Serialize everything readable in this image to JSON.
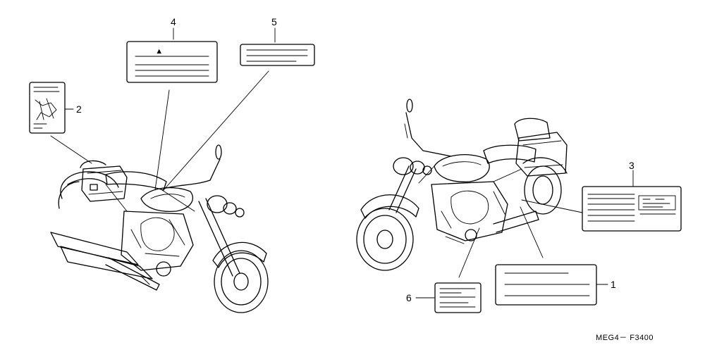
{
  "callouts": {
    "c1": "1",
    "c2": "2",
    "c3": "3",
    "c4": "4",
    "c5": "5",
    "c6": "6"
  },
  "label_4_symbol": "▲",
  "footer_code": "MEG4－ F3400",
  "colors": {
    "line": "#000000",
    "background": "#ffffff"
  }
}
